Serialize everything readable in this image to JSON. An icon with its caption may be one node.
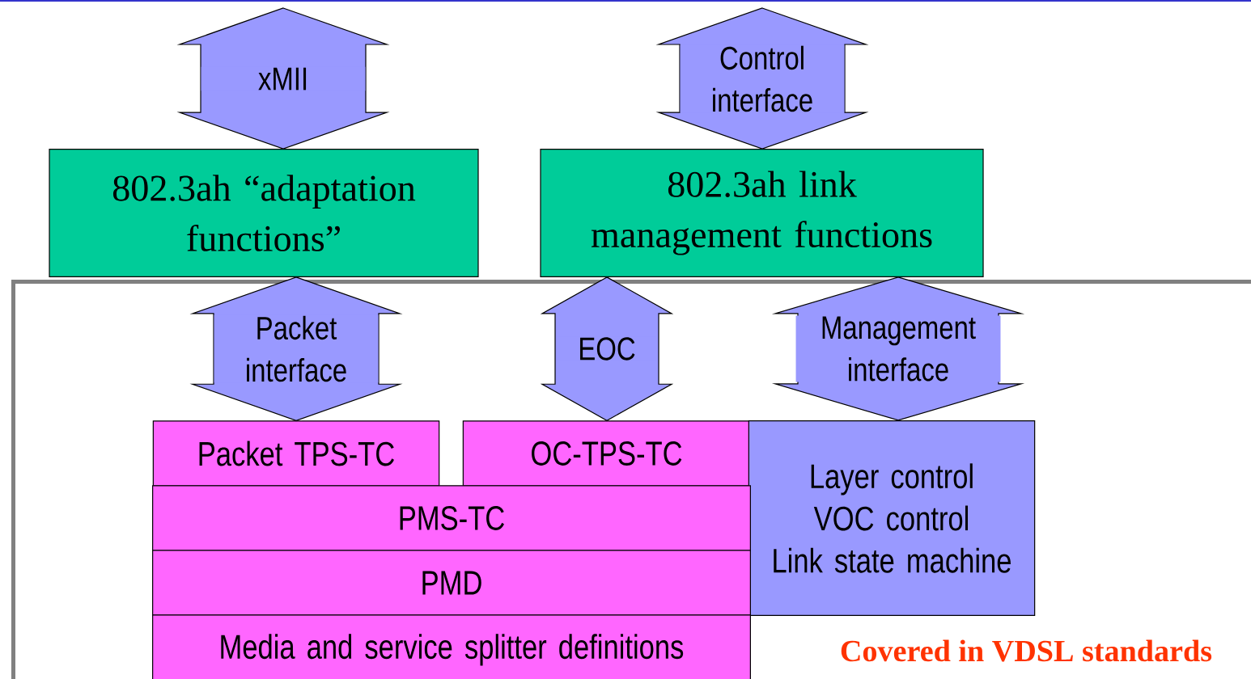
{
  "diagram": {
    "nodes": [
      {
        "text": [
          "802.3ah “adaptation functions”"
        ]
      },
      {
        "text": [
          "802.3ah link management functions"
        ]
      },
      {
        "text": [
          "Covered in VDSL standards"
        ]
      },
      {
        "text": [
          "Packet TPS-TC"
        ],
        "in": 2
      },
      {
        "text": [
          "OC-TPS-TC"
        ],
        "in": 2
      },
      {
        "text": [
          "Layer control",
          "VOC control",
          "Link state machine"
        ],
        "in": 2
      },
      {
        "text": [
          "PMS-TC"
        ],
        "in": 2
      },
      {
        "text": [
          "PMD"
        ],
        "in": 2
      },
      {
        "text": [
          "Media and service splitter definitions"
        ],
        "in": 2
      }
    ],
    "edges": [
      {
        "from": null,
        "to": 0,
        "arrow": "both",
        "label": "xMII"
      },
      {
        "from": null,
        "to": 1,
        "arrow": "both",
        "label": "Control interface"
      },
      {
        "from": 0,
        "to": 3,
        "arrow": "both",
        "label": "Packet interface"
      },
      {
        "from": 1,
        "to": 4,
        "arrow": "both",
        "label": "EOC"
      },
      {
        "from": 1,
        "to": 5,
        "arrow": "both",
        "label": "Management interface"
      }
    ]
  }
}
